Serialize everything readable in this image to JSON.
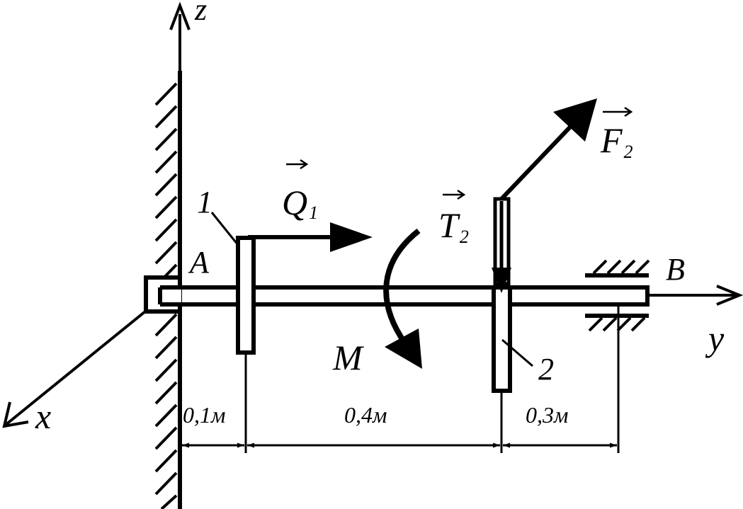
{
  "axes": {
    "x_label": "x",
    "y_label": "y",
    "z_label": "z"
  },
  "points": {
    "a_label": "A",
    "b_label": "B"
  },
  "parts": {
    "gear1_label": "1",
    "gear2_label": "2"
  },
  "loads": {
    "q1": {
      "main": "Q",
      "sub": "1"
    },
    "t2": {
      "main": "T",
      "sub": "2"
    },
    "f2": {
      "main": "F",
      "sub": "2"
    },
    "moment_label": "M"
  },
  "dimensions": {
    "seg1": "0,1м",
    "seg2": "0,4м",
    "seg3": "0,3м"
  },
  "colors": {
    "ink": "#000000",
    "paper": "#ffffff"
  }
}
